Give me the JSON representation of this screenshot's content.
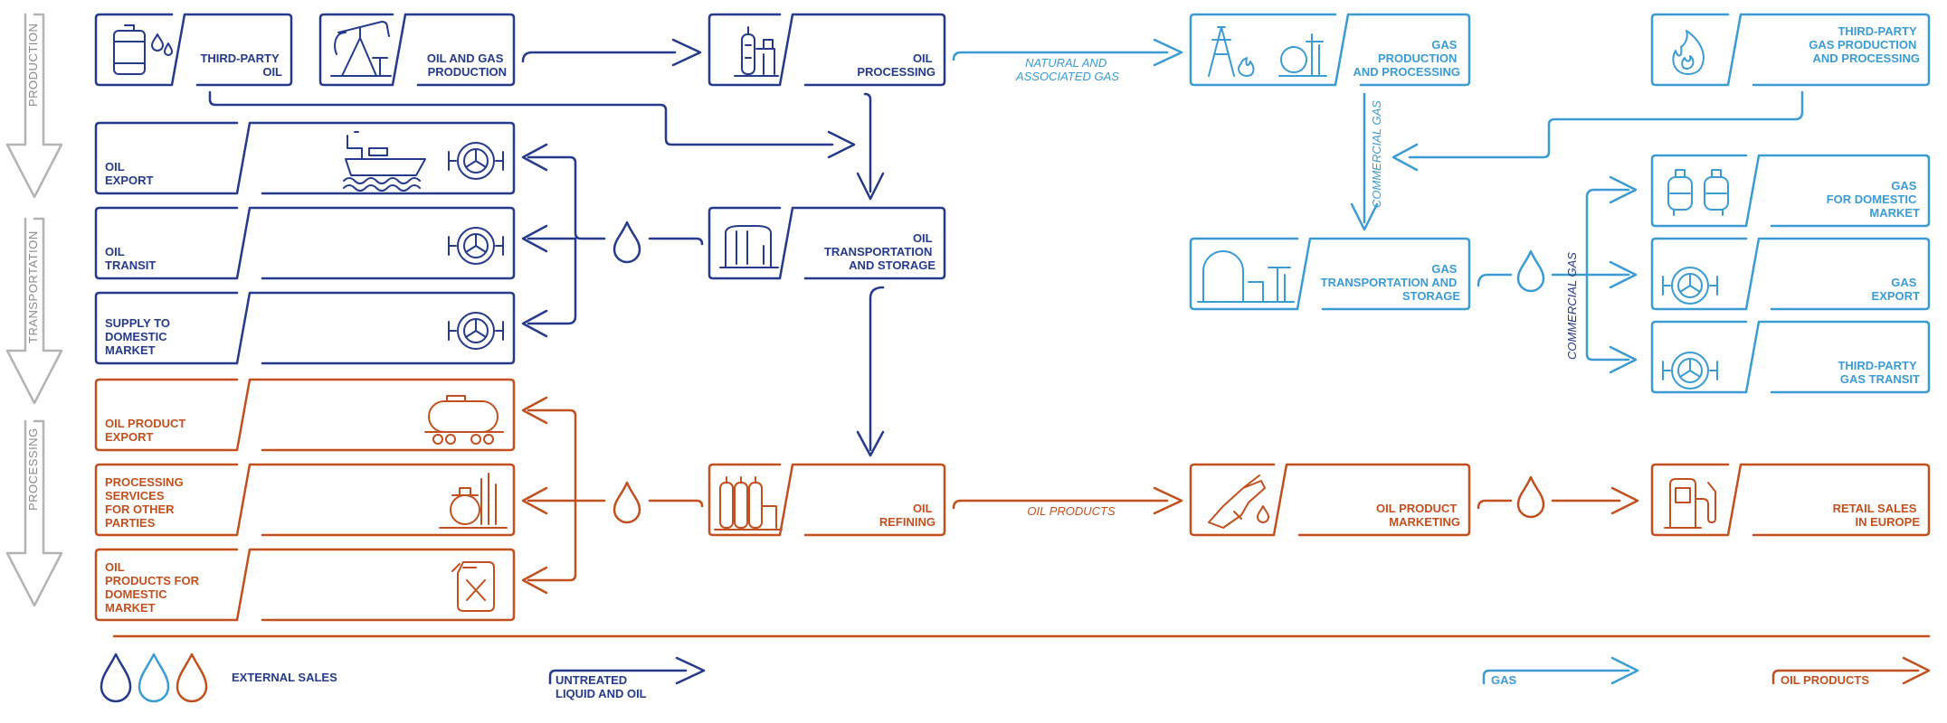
{
  "colors": {
    "dark_blue": "#253A8A",
    "light_blue": "#3B9BD3",
    "orange": "#C2501E",
    "grey": "#B3B3B3"
  },
  "stages": [
    "PRODUCTION",
    "TRANSPORTATION",
    "PROCESSING"
  ],
  "nodes": {
    "third_party_oil": [
      "THIRD-PARTY",
      "OIL"
    ],
    "oil_gas_production": [
      "OIL AND GAS",
      "PRODUCTION"
    ],
    "oil_processing": [
      "OIL",
      "PROCESSING"
    ],
    "gas_production_processing": [
      "GAS",
      "PRODUCTION",
      "AND PROCESSING"
    ],
    "third_party_gas": [
      "THIRD-PARTY",
      "GAS PRODUCTION",
      "AND PROCESSING"
    ],
    "oil_export": [
      "OIL",
      "EXPORT"
    ],
    "oil_transit": [
      "OIL",
      "TRANSIT"
    ],
    "supply_domestic": [
      "SUPPLY TO",
      "DOMESTIC",
      "MARKET"
    ],
    "oil_transport_storage": [
      "OIL",
      "TRANSPORTATION",
      "AND STORAGE"
    ],
    "gas_transport_storage": [
      "GAS",
      "TRANSPORTATION AND",
      "STORAGE"
    ],
    "gas_domestic": [
      "GAS",
      "FOR DOMESTIC",
      "MARKET"
    ],
    "gas_export": [
      "GAS",
      "EXPORT"
    ],
    "third_party_gas_transit": [
      "THIRD-PARTY",
      "GAS TRANSIT"
    ],
    "oil_product_export": [
      "OIL PRODUCT",
      "EXPORT"
    ],
    "processing_services": [
      "PROCESSING",
      "SERVICES",
      "FOR OTHER",
      "PARTIES"
    ],
    "oil_products_domestic": [
      "OIL",
      "PRODUCTS FOR",
      "DOMESTIC",
      "MARKET"
    ],
    "oil_refining": [
      "OIL",
      "REFINING"
    ],
    "oil_product_marketing": [
      "OIL PRODUCT",
      "MARKETING"
    ],
    "retail_sales": [
      "RETAIL SALES",
      "IN EUROPE"
    ]
  },
  "flow_labels": {
    "natural_gas": [
      "NATURAL AND",
      "ASSOCIATED GAS"
    ],
    "commercial_gas_vertical": "COMMERCIAL GAS",
    "commercial_gas_branch": "COMMERCIAL  GAS",
    "oil_products": "OIL PRODUCTS"
  },
  "legend": {
    "external_sales": "EXTERNAL SALES",
    "untreated": [
      "UNTREATED",
      "LIQUID AND OIL"
    ],
    "gas": "GAS",
    "oil_products": "OIL PRODUCTS"
  }
}
